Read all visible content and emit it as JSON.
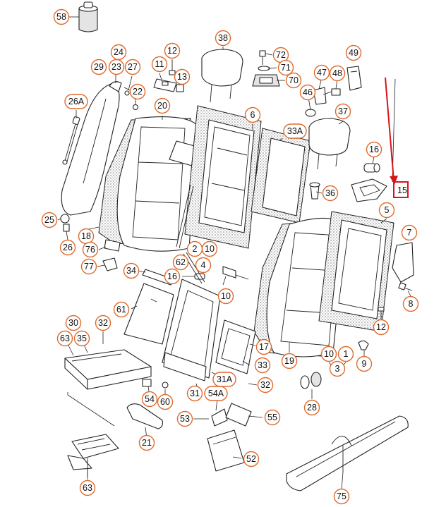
{
  "callouts": [
    {
      "label": "58"
    },
    {
      "label": "12"
    },
    {
      "label": "24"
    },
    {
      "label": "29"
    },
    {
      "label": "23"
    },
    {
      "label": "27"
    },
    {
      "label": "11"
    },
    {
      "label": "13"
    },
    {
      "label": "22"
    },
    {
      "label": "38"
    },
    {
      "label": "72"
    },
    {
      "label": "71"
    },
    {
      "label": "70"
    },
    {
      "label": "49"
    },
    {
      "label": "47"
    },
    {
      "label": "48"
    },
    {
      "label": "46"
    },
    {
      "label": "26A"
    },
    {
      "label": "20"
    },
    {
      "label": "6"
    },
    {
      "label": "37"
    },
    {
      "label": "33A"
    },
    {
      "label": "16"
    },
    {
      "label": "36"
    },
    {
      "label": "15"
    },
    {
      "label": "25"
    },
    {
      "label": "26"
    },
    {
      "label": "5"
    },
    {
      "label": "18"
    },
    {
      "label": "76"
    },
    {
      "label": "7"
    },
    {
      "label": "2"
    },
    {
      "label": "10"
    },
    {
      "label": "77"
    },
    {
      "label": "62"
    },
    {
      "label": "4"
    },
    {
      "label": "34"
    },
    {
      "label": "16"
    },
    {
      "label": "10"
    },
    {
      "label": "8"
    },
    {
      "label": "61"
    },
    {
      "label": "12"
    },
    {
      "label": "30"
    },
    {
      "label": "32"
    },
    {
      "label": "63"
    },
    {
      "label": "35"
    },
    {
      "label": "17"
    },
    {
      "label": "10"
    },
    {
      "label": "1"
    },
    {
      "label": "19"
    },
    {
      "label": "3"
    },
    {
      "label": "9"
    },
    {
      "label": "33"
    },
    {
      "label": "31A"
    },
    {
      "label": "32"
    },
    {
      "label": "31"
    },
    {
      "label": "54A"
    },
    {
      "label": "54"
    },
    {
      "label": "60"
    },
    {
      "label": "28"
    },
    {
      "label": "53"
    },
    {
      "label": "55"
    },
    {
      "label": "21"
    },
    {
      "label": "52"
    },
    {
      "label": "63"
    },
    {
      "label": "75"
    }
  ],
  "colors": {
    "callout_border": "#e06a2c",
    "highlight_box": "#d9141a",
    "highlight_arrow": "#d9141a",
    "line_art": "#222222"
  }
}
